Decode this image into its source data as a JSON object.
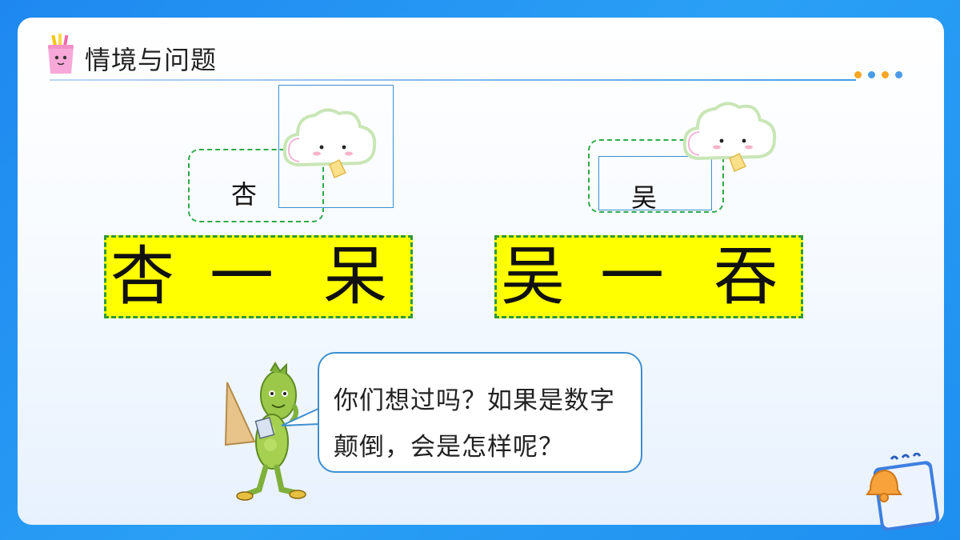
{
  "header": {
    "title": "情境与问题"
  },
  "colors": {
    "background": "#1e88f0",
    "card": "#ffffff",
    "highlight": "#ffff00",
    "dash_green": "#2eaa4a",
    "frame_blue": "#3d8fd0",
    "dots": [
      "#f5a623",
      "#4a9be8",
      "#f5a623",
      "#4a9be8"
    ]
  },
  "examples": [
    {
      "small": "杏",
      "pair": [
        "杏",
        "一",
        "呆"
      ]
    },
    {
      "small": "吴",
      "pair": [
        "吴",
        "一",
        "吞"
      ]
    }
  ],
  "bubble": {
    "text": "你们想过吗？如果是数字颠倒，会是怎样呢？"
  },
  "icons": [
    "pencil-cup-icon",
    "cloud-icon",
    "pea-character-icon",
    "bell-notepad-icon"
  ]
}
